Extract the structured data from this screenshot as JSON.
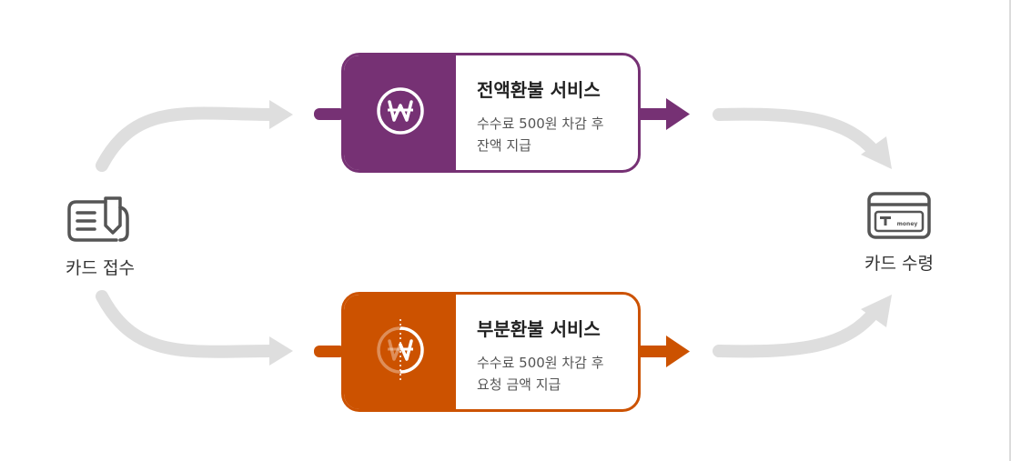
{
  "colors": {
    "full_refund": "#763174",
    "partial_refund": "#cc5200",
    "arrow": "#dedede",
    "icon": "#555555"
  },
  "nodes": {
    "receive": {
      "label": "카드 접수",
      "icon": "receipt-pen-icon"
    },
    "collect": {
      "label": "카드 수령",
      "icon": "tmoney-card-icon",
      "card_text": "money"
    }
  },
  "services": [
    {
      "title": "전액환불 서비스",
      "desc_line1": "수수료 500원 차감 후",
      "desc_line2": "잔액 지급",
      "icon": "won-coin-icon"
    },
    {
      "title": "부분환불 서비스",
      "desc_line1": "수수료 500원 차감 후",
      "desc_line2": "요청 금액 지급",
      "icon": "half-won-coin-icon"
    }
  ]
}
